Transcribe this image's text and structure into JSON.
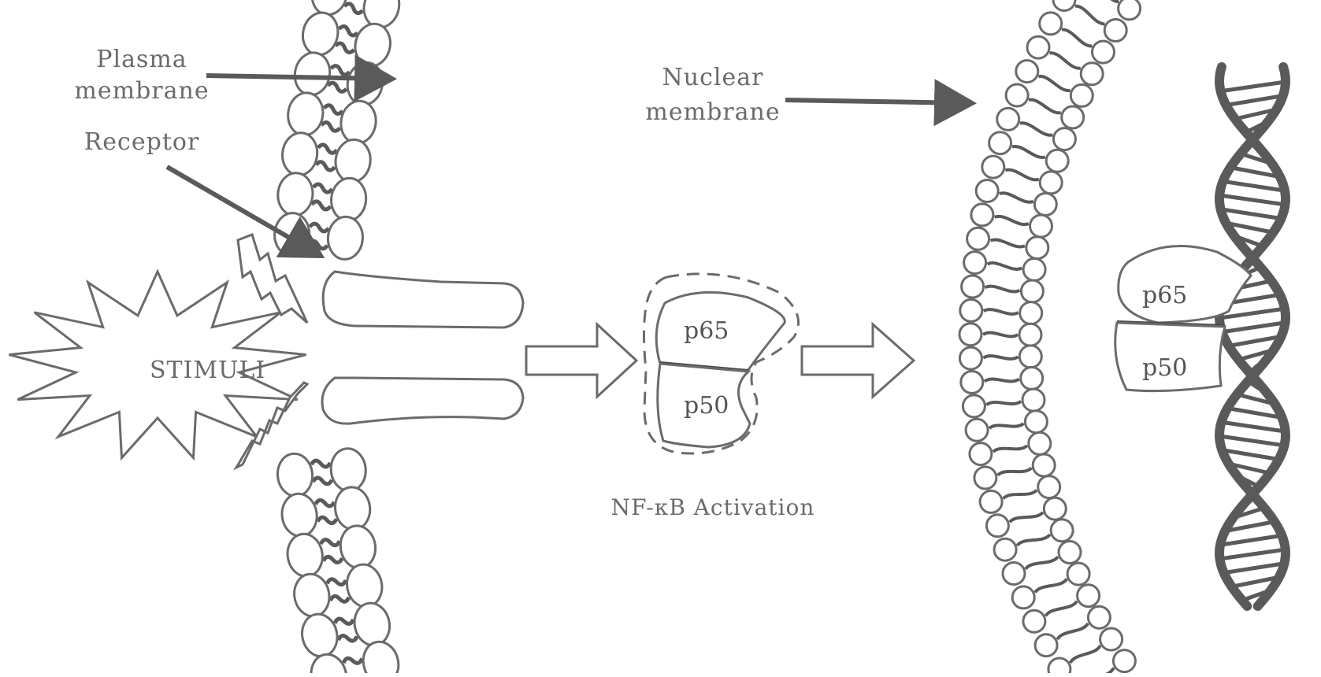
{
  "labels": {
    "plasma_line1": "Plasma",
    "plasma_line2": "membrane",
    "receptor": "Receptor",
    "nuclear_line1": "Nuclear",
    "nuclear_line2": "membrane",
    "stimuli": "STIMULI",
    "activation": "NF-κB Activation"
  },
  "complex_cytoplasm": {
    "p65": "p65",
    "p50": "p50"
  },
  "complex_nucleus": {
    "p65": "p65",
    "p50": "p50"
  },
  "colors": {
    "stroke": "#6b6b6b",
    "dark": "#5a5a5a",
    "background": "#ffffff"
  }
}
